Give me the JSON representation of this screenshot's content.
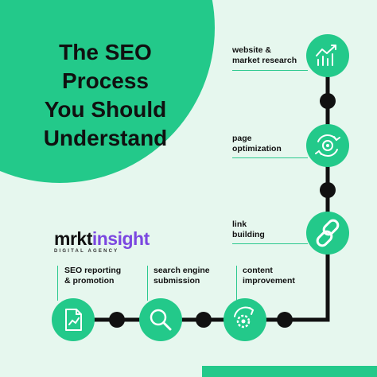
{
  "title": {
    "lines": [
      "The SEO",
      "Process",
      "You Should",
      "Understand"
    ]
  },
  "steps": [
    {
      "lines": [
        "website &",
        "market research"
      ],
      "icon": "chart-growth-icon"
    },
    {
      "lines": [
        "page",
        "optimization"
      ],
      "icon": "refresh-gear-icon"
    },
    {
      "lines": [
        "link",
        "building"
      ],
      "icon": "link-icon"
    },
    {
      "lines": [
        "content",
        "improvement"
      ],
      "icon": "gear-refresh-icon"
    },
    {
      "lines": [
        "search engine",
        "submission"
      ],
      "icon": "magnifier-icon"
    },
    {
      "lines": [
        "SEO reporting",
        "& promotion"
      ],
      "icon": "report-document-icon"
    }
  ],
  "logo": {
    "word1": "mrkt",
    "word2": "insight",
    "tagline": "DIGITAL AGENCY"
  },
  "colors": {
    "background": "#e6f7ee",
    "accent": "#23c98a",
    "track": "#111111",
    "logo_purple": "#7b47e0"
  }
}
